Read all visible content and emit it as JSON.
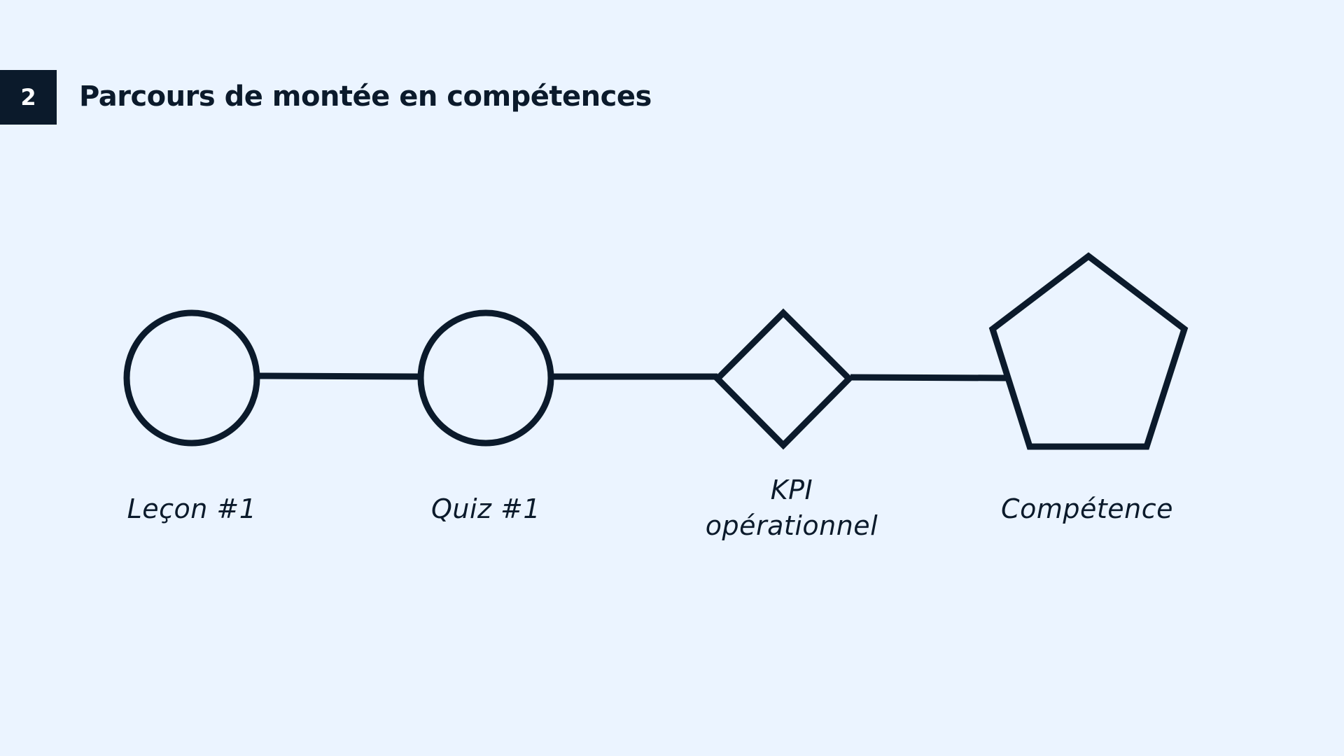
{
  "slide": {
    "number": "2",
    "title": "Parcours de montée en compétences"
  },
  "diagram": {
    "colors": {
      "background": "#ebf4ff",
      "stroke": "#0b1a2b",
      "badge": "#0b1a2b"
    },
    "nodes": [
      {
        "id": "lecon",
        "shape": "circle",
        "label_lines": [
          "Leçon #1"
        ]
      },
      {
        "id": "quiz",
        "shape": "circle",
        "label_lines": [
          "Quiz #1"
        ]
      },
      {
        "id": "kpi",
        "shape": "diamond",
        "label_lines": [
          "KPI",
          "opérationnel"
        ]
      },
      {
        "id": "competence",
        "shape": "pentagon",
        "label_lines": [
          "Compétence"
        ]
      }
    ]
  }
}
